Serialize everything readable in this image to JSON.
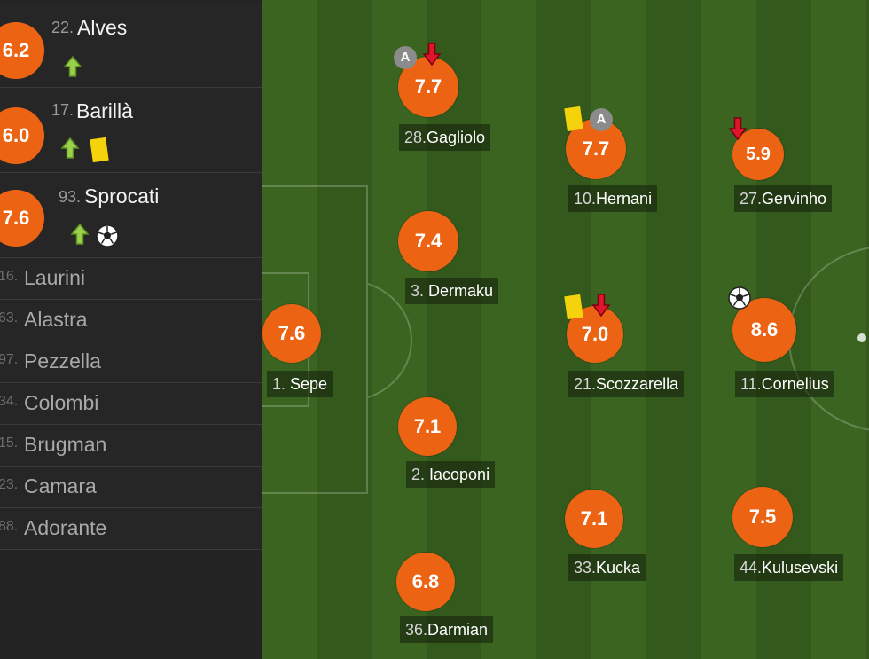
{
  "substitutes_in": [
    {
      "rating": "6.2",
      "number": "22.",
      "name": "Alves"
    },
    {
      "rating": "6.0",
      "number": "17.",
      "name": "Barillà"
    },
    {
      "rating": "7.6",
      "number": "93.",
      "name": "Sprocati"
    }
  ],
  "bench": [
    {
      "number": "16.",
      "name": "Laurini"
    },
    {
      "number": "63.",
      "name": "Alastra"
    },
    {
      "number": "97.",
      "name": "Pezzella"
    },
    {
      "number": "34.",
      "name": "Colombi"
    },
    {
      "number": "15.",
      "name": "Brugman"
    },
    {
      "number": "23.",
      "name": "Camara"
    },
    {
      "number": "88.",
      "name": "Adorante"
    }
  ],
  "players": [
    {
      "rating": "7.6",
      "number": "1. ",
      "name": "Sepe"
    },
    {
      "rating": "7.7",
      "number": "28.",
      "name": "Gagliolo"
    },
    {
      "rating": "7.4",
      "number": "3. ",
      "name": "Dermaku"
    },
    {
      "rating": "7.1",
      "number": "2. ",
      "name": "Iacoponi"
    },
    {
      "rating": "6.8",
      "number": "36.",
      "name": "Darmian"
    },
    {
      "rating": "7.7",
      "number": "10.",
      "name": "Hernani"
    },
    {
      "rating": "7.0",
      "number": "21.",
      "name": "Scozzarella"
    },
    {
      "rating": "7.1",
      "number": "33.",
      "name": "Kucka"
    },
    {
      "rating": "5.9",
      "number": "27.",
      "name": "Gervinho"
    },
    {
      "rating": "8.6",
      "number": "11.",
      "name": "Cornelius"
    },
    {
      "rating": "7.5",
      "number": "44.",
      "name": "Kulusevski"
    }
  ],
  "event_icons": {
    "captain_letter": "A",
    "sub_in": "green-arrow-up-icon",
    "sub_out": "red-arrow-down-icon",
    "yellow_card": "yellow-card-icon",
    "goal": "soccer-ball-icon"
  },
  "colors": {
    "rating_badge": "#ec6313",
    "pitch_light": "#3a6420",
    "pitch_dark": "#33591c",
    "sub_in_arrow": "#8cc63f",
    "sub_out_arrow": "#d0021b",
    "yellow_card": "#f4d20c"
  }
}
